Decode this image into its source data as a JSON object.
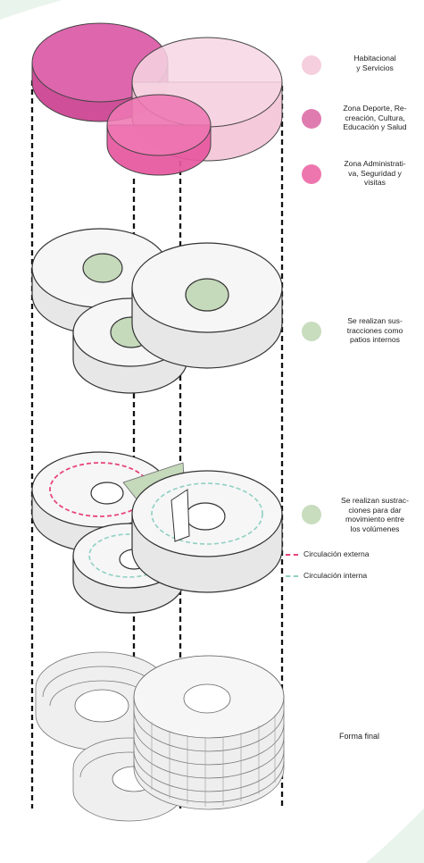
{
  "legend": {
    "habitacional": {
      "label": "Habitacional\ny Servicios",
      "color": "#f5cfdd"
    },
    "deporte": {
      "label": "Zona Deporte, Re-\ncreación, Cultura,\nEducación y Salud",
      "color": "#e07bb0"
    },
    "administrativa": {
      "label": "Zona Administrati-\nva, Seguridad y\nvisitas",
      "color": "#ee76ae"
    },
    "sustracciones": {
      "label": "Se realizan sus-\ntracciones como\npatios internos",
      "color": "#c8dcbe"
    },
    "movimiento": {
      "label": "Se realizan sustrac-\nciones para dar\nmovimiento entre\nlos volúmenes",
      "color": "#c8dcbe"
    },
    "circ_externa": {
      "label": "Circulación externa",
      "color": "#e8457f"
    },
    "circ_interna": {
      "label": "Circulación interna",
      "color": "#8fd0c2"
    },
    "forma_final": {
      "label": "Forma final"
    }
  },
  "colors": {
    "pink_top": "#d64f99",
    "pink_light": "#f2c6d7",
    "pink_mid": "#e85ea6",
    "green_fill": "#c8dcbe",
    "outline": "#333333",
    "volume_white": "#f4f4f4"
  }
}
